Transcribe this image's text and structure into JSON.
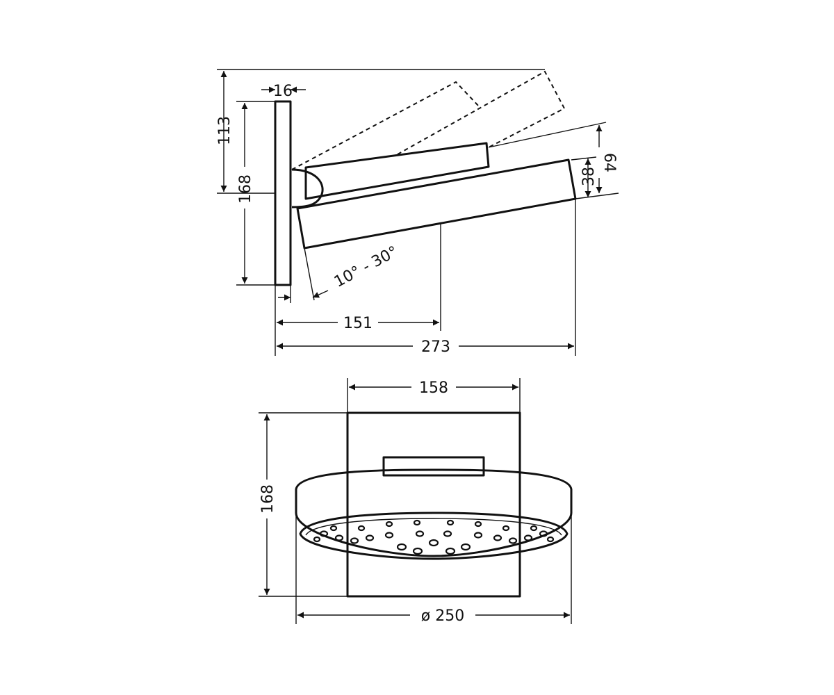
{
  "dimensions": {
    "wall_thickness": "16",
    "arm_height": "113",
    "plate_height_side": "168",
    "head_thickness": "38",
    "head_tilt_height": "64",
    "tilt_angle": "10° - 30°",
    "arm_reach": "151",
    "total_reach": "273",
    "plate_width": "158",
    "plate_height_front": "168",
    "head_diameter": "ø 250"
  }
}
